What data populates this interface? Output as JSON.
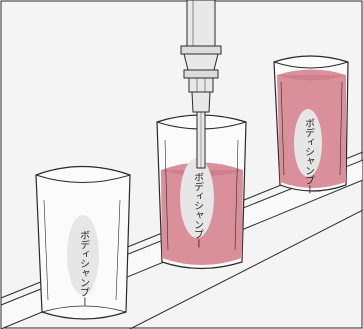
{
  "scene": {
    "colors": {
      "background": "#ffffff",
      "wall": "#f4f4f4",
      "line": "#2a2a2a",
      "liquid": "#d9909a",
      "liquid_dark": "#c8707e",
      "label_bg": "#e6e6e6",
      "metal": "#e8e8e8"
    },
    "cups": [
      {
        "name": "empty-cup",
        "label": "ボディシャンプー",
        "fill_level": 0.0
      },
      {
        "name": "filling-cup",
        "label": "ボディシャンプー",
        "fill_level": 0.55
      },
      {
        "name": "full-cup",
        "label": "ボディシャンプー",
        "fill_level": 0.85
      }
    ],
    "nozzle": {
      "name": "filling-nozzle"
    }
  }
}
